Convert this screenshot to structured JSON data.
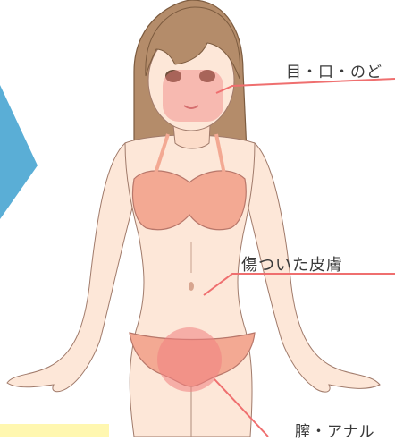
{
  "labels": {
    "eye_mouth_throat": "目・口・のど",
    "damaged_skin": "傷ついた皮膚",
    "vagina_anus": "膣・アナル"
  },
  "colors": {
    "arrow": "#5aaed6",
    "highlight": "#f08080",
    "callout_line": "#ef6f6f",
    "skin": "#fde7d8",
    "hair": "#b48c6a",
    "underwear": "#f3a993",
    "note_bg": "#fff7b0"
  }
}
